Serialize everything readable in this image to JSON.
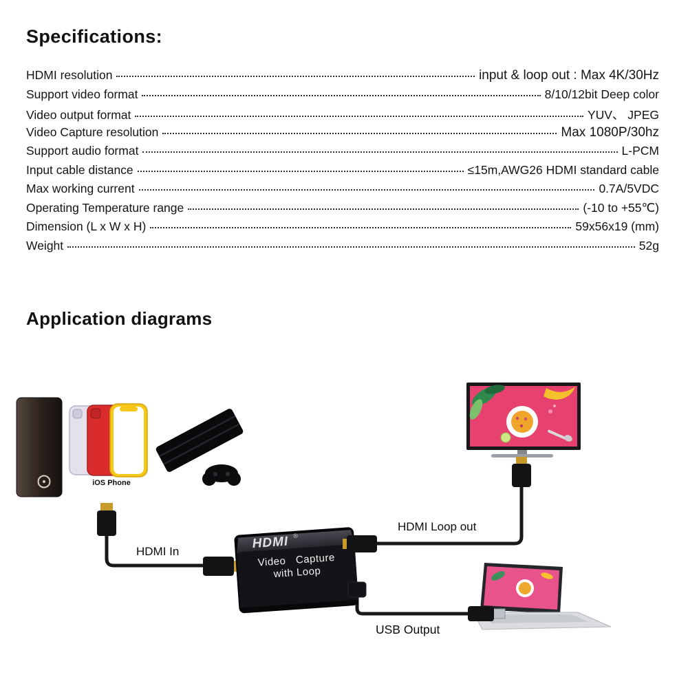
{
  "specifications": {
    "title": "Specifications:",
    "rows": [
      {
        "label": "HDMI resolution",
        "value": "input & loop out : Max 4K/30Hz"
      },
      {
        "label": "Support video format",
        "value": "8/10/12bit Deep color"
      },
      {
        "label": "Video output format",
        "value": "YUV、 JPEG"
      },
      {
        "label": "Video Capture resolution",
        "value": "Max 1080P/30hz"
      },
      {
        "label": "Support audio format",
        "value": "L-PCM"
      },
      {
        "label": "Input cable distance",
        "value": "≤15m,AWG26 HDMI standard cable"
      },
      {
        "label": "Max working current",
        "value": "0.7A/5VDC"
      },
      {
        "label": "Operating Temperature range",
        "value": "(-10 to +55℃)"
      },
      {
        "label": "Dimension (L x W x H)",
        "value": "59x56x19 (mm)"
      },
      {
        "label": "Weight",
        "value": "52g"
      }
    ]
  },
  "application": {
    "title": "Application diagrams",
    "labels": {
      "ios_phone": "iOS Phone",
      "hdmi_in": "HDMI In",
      "hdmi_loop_out": "HDMI Loop out",
      "usb_output": "USB Output"
    },
    "capture_device": {
      "brand": "HDMI",
      "registered_mark": "®",
      "line1": "Video Capture",
      "line2": "with Loop"
    },
    "colors": {
      "monitor_screen": "#e6416f",
      "device_body": "#131318",
      "hdmi_gold": "#c79b29",
      "phone_red": "#da2c2c",
      "phone_yellow": "#f8c818",
      "cable_black": "#19191c"
    }
  }
}
